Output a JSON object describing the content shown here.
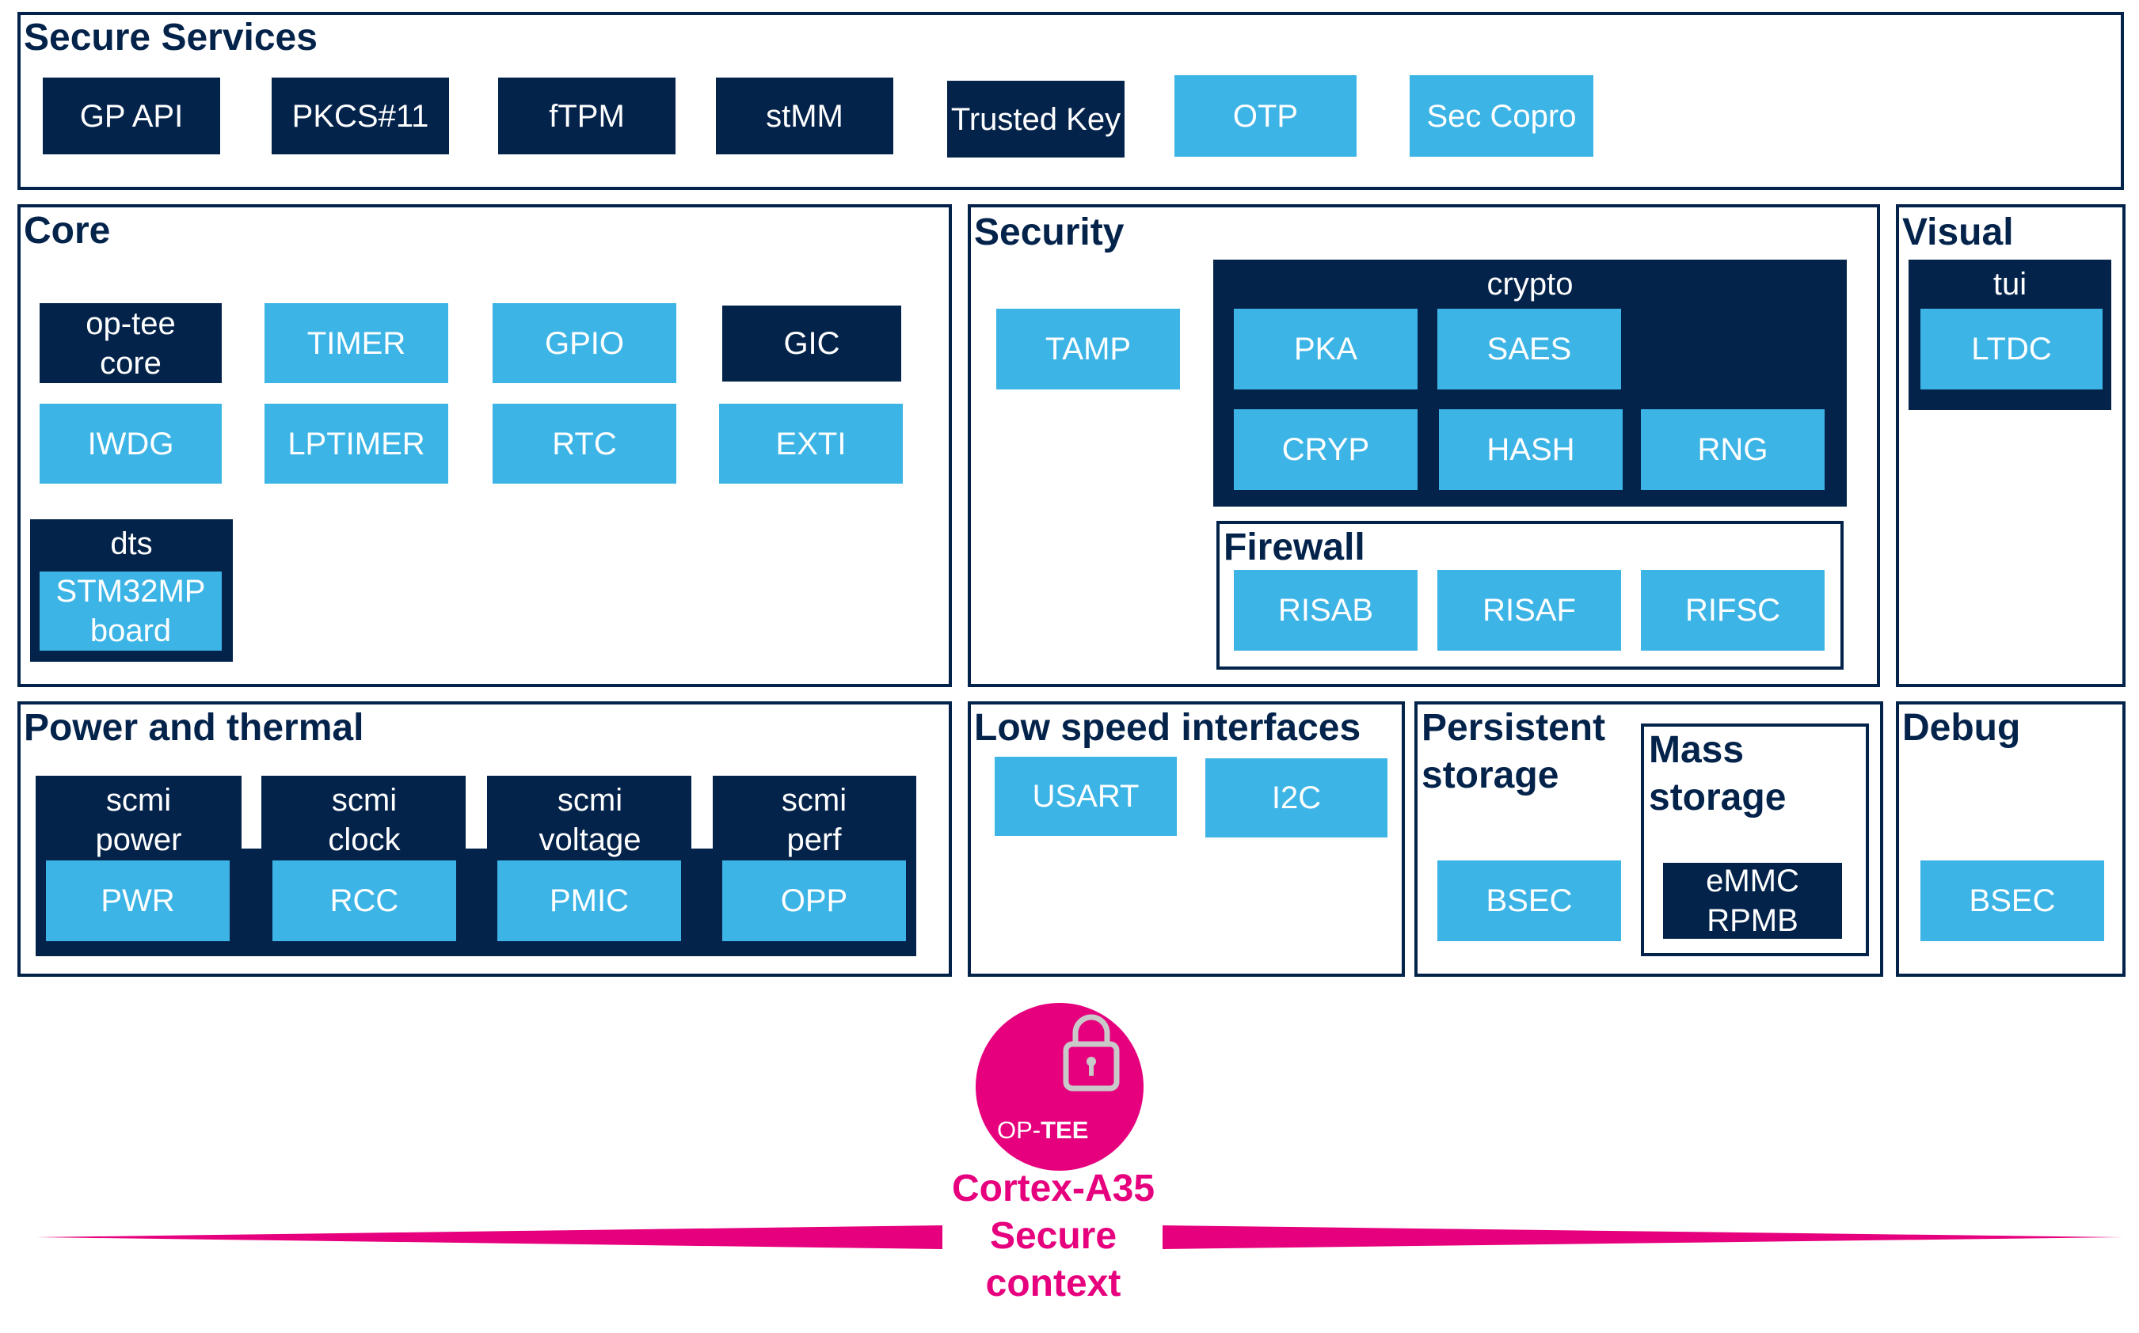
{
  "panels": {
    "secure_services": "Secure Services",
    "core": "Core",
    "security": "Security",
    "visual": "Visual",
    "power": "Power and thermal",
    "low_speed": "Low speed interfaces",
    "persistent": "Persistent storage",
    "mass_storage": "Mass storage",
    "debug": "Debug",
    "firewall": "Firewall"
  },
  "secure_services": [
    "GP API",
    "PKCS#11",
    "fTPM",
    "stMM",
    "Trusted Key",
    "OTP",
    "Sec Copro"
  ],
  "core": {
    "optee_core": "op-tee core",
    "timer": "TIMER",
    "gpio": "GPIO",
    "gic": "GIC",
    "iwdg": "IWDG",
    "lptimer": "LPTIMER",
    "rtc": "RTC",
    "exti": "EXTI",
    "dts": "dts",
    "board": "STM32MP board"
  },
  "security": {
    "tamp": "TAMP",
    "crypto": "crypto",
    "pka": "PKA",
    "saes": "SAES",
    "cryp": "CRYP",
    "hash": "HASH",
    "rng": "RNG",
    "risab": "RISAB",
    "risaf": "RISAF",
    "rifsc": "RIFSC"
  },
  "visual": {
    "tui": "tui",
    "ltdc": "LTDC"
  },
  "power": {
    "scmi_power": "scmi power",
    "scmi_clock": "scmi clock",
    "scmi_voltage": "scmi voltage",
    "scmi_perf": "scmi perf",
    "pwr": "PWR",
    "rcc": "RCC",
    "pmic": "PMIC",
    "opp": "OPP"
  },
  "low_speed": {
    "usart": "USART",
    "i2c": "I2C"
  },
  "persistent": {
    "bsec": "BSEC",
    "emmc": "eMMC RPMB"
  },
  "debug": {
    "bsec": "BSEC"
  },
  "badge": {
    "prefix": "OP-",
    "suffix": "TEE",
    "context": "Cortex-A35 Secure context"
  },
  "colors": {
    "dark": "#03234b",
    "light": "#3cb4e6",
    "accent": "#e6007e"
  }
}
